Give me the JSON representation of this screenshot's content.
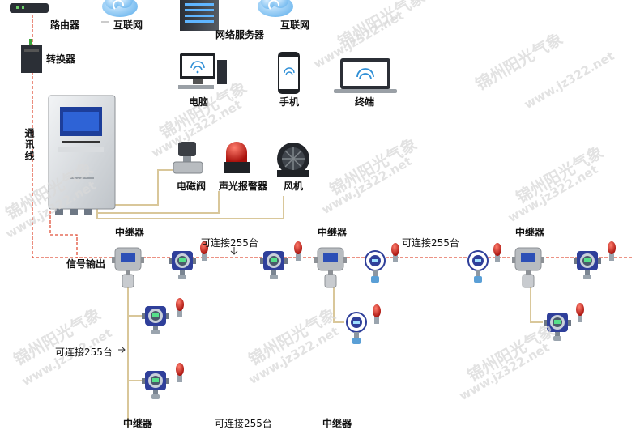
{
  "labels": {
    "router": "路由器",
    "internet_left": "互联网",
    "internet_right": "互联网",
    "converter": "转换器",
    "network_server": "网络服务器",
    "computer": "电脑",
    "phone": "手机",
    "terminal": "终端",
    "comm_line": "通讯线",
    "solenoid_valve": "电磁阀",
    "alarm": "声光报警器",
    "fan": "风机",
    "signal_output": "信号输出",
    "relay_1": "中继器",
    "relay_2": "中继器",
    "relay_3": "中继器",
    "relay_4": "中继器",
    "relay_5": "中继器",
    "connect_255_a": "可连接255台",
    "connect_255_b": "可连接255台",
    "connect_255_c": "可连接255台",
    "connect_255_d": "可连接255台"
  },
  "watermark": {
    "brand": "锦州阳光气象",
    "url": "www.jz322.net"
  },
  "colors": {
    "line_red": "#e0503a",
    "line_cream": "#d9c79a",
    "detector_blue": "#2f3f9a",
    "beacon_red": "#d7261e",
    "cloud_blue": "#2f8fd6",
    "relay_gray": "#b8bcc0"
  }
}
